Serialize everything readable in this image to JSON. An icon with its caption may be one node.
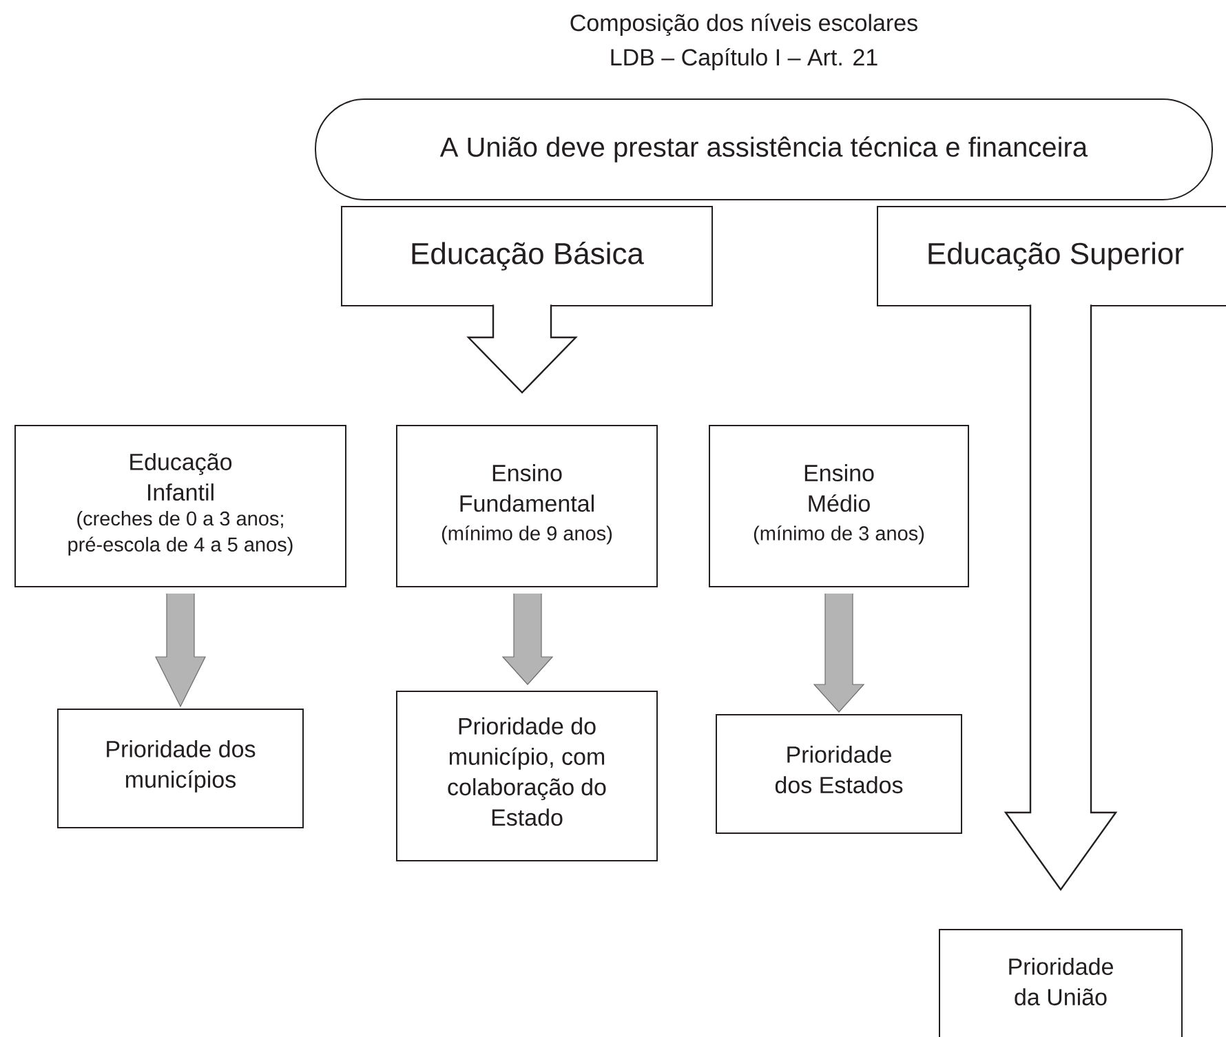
{
  "diagram": {
    "title": "Composição dos níveis escolares",
    "labels": [
      "LDB – Capítulo I – Art. 21"
    ],
    "nodes": [
      {
        "text": [
          "A União deve prestar assistência técnica e financeira"
        ]
      },
      {
        "text": [
          "Educação Básica"
        ]
      },
      {
        "text": [
          "Educação Superior"
        ]
      },
      {
        "text": [
          "Educação Infantil",
          "(creches de 0 a 3 anos; pré-escola de 4 a 5 anos)"
        ]
      },
      {
        "text": [
          "Ensino Fundamental",
          "(mínimo de 9 anos)"
        ]
      },
      {
        "text": [
          "Ensino Médio",
          "(mínimo de 3 anos)"
        ]
      },
      {
        "text": [
          "Prioridade dos municípios"
        ]
      },
      {
        "text": [
          "Prioridade do município, com colaboração do Estado"
        ]
      },
      {
        "text": [
          "Prioridade dos Estados"
        ]
      },
      {
        "text": [
          "Prioridade da União"
        ]
      }
    ],
    "edges": [
      {
        "from": 1,
        "to": 4,
        "arrow": "to",
        "style": "thick"
      },
      {
        "from": 2,
        "to": 9,
        "arrow": "to",
        "style": "thick"
      },
      {
        "from": 3,
        "to": 6,
        "arrow": "to",
        "color": "#b4b4b4"
      },
      {
        "from": 4,
        "to": 7,
        "arrow": "to",
        "color": "#b4b4b4"
      },
      {
        "from": 5,
        "to": 8,
        "arrow": "to",
        "color": "#b4b4b4"
      }
    ]
  }
}
